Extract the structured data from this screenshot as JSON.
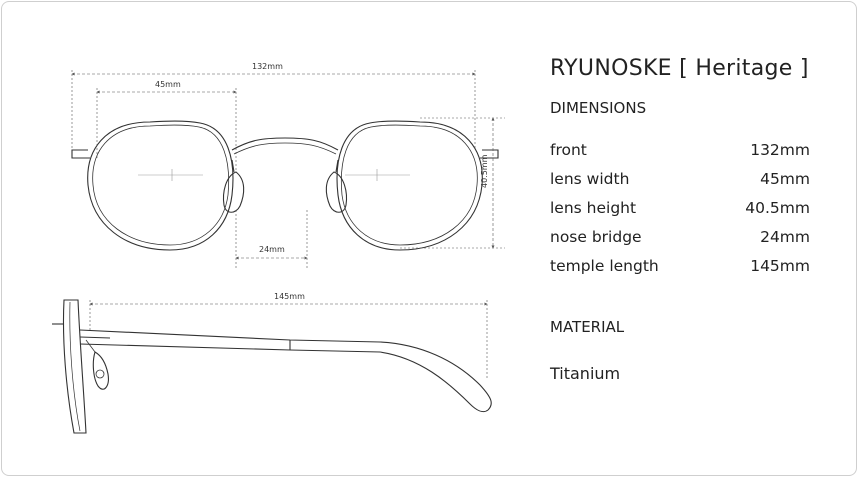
{
  "product": {
    "title": "RYUNOSKE [ Heritage ]"
  },
  "dimensions": {
    "heading": "DIMENSIONS",
    "rows": [
      {
        "label": "front",
        "value": "132mm"
      },
      {
        "label": "lens width",
        "value": "45mm"
      },
      {
        "label": "lens height",
        "value": "40.5mm"
      },
      {
        "label": "nose bridge",
        "value": "24mm"
      },
      {
        "label": "temple length",
        "value": "145mm"
      }
    ]
  },
  "material": {
    "heading": "MATERIAL",
    "value": "Titanium"
  },
  "diagram_labels": {
    "front": "132mm",
    "lens_width": "45mm",
    "lens_height": "40.5mm",
    "bridge": "24mm",
    "temple": "145mm"
  },
  "colors": {
    "line": "#333333",
    "dim": "#555555",
    "border": "#cfcfcf"
  }
}
